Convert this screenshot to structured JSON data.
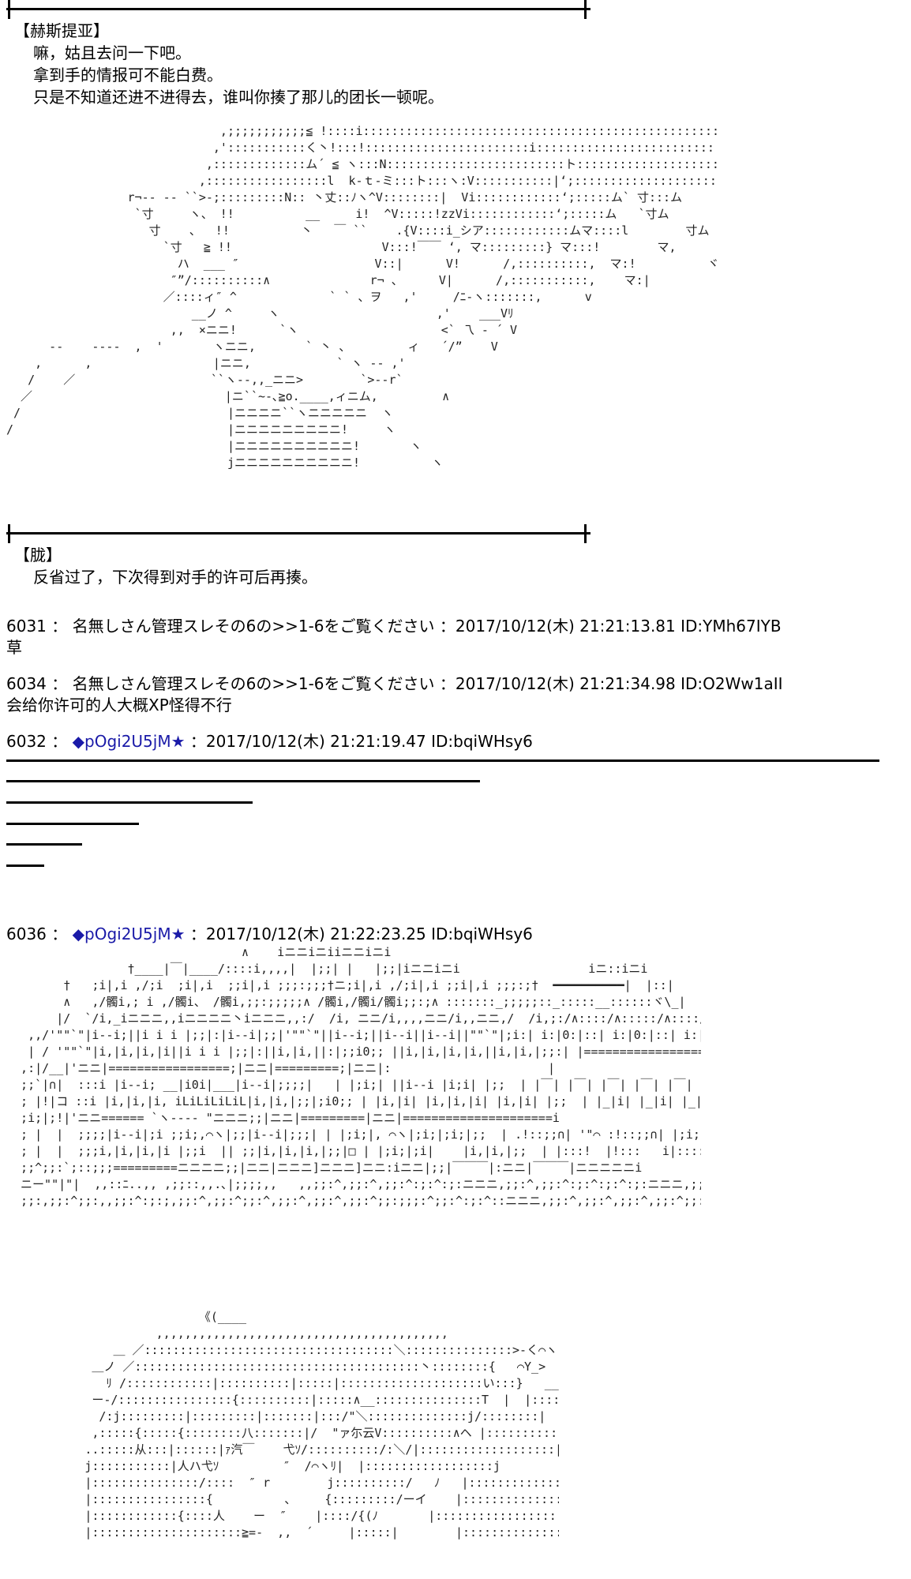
{
  "scene1": {
    "speaker": "【赫斯提亚】",
    "lines": [
      "嘛，姑且去问一下吧。",
      "拿到手的情报可不能白费。",
      "只是不知道还进不进得去，谁叫你揍了那儿的团长一顿呢。"
    ]
  },
  "scene2": {
    "speaker": "【胧】",
    "lines": [
      "反省过了，下次得到对手的许可后再揍。"
    ]
  },
  "posts": [
    {
      "no": "6031",
      "sep": "：",
      "name": "名無しさん管理スレその6の>>1-6をご覧ください",
      "datetime": "：2017/10/12(木) 21:21:13.81 ID:YMh67IYB",
      "body": "草"
    },
    {
      "no": "6034",
      "sep": "：",
      "name": "名無しさん管理スレその6の>>1-6をご覧ください",
      "datetime": "：2017/10/12(木) 21:21:34.98 ID:O2Ww1aII",
      "body": "会给你许可的人大概XP怪得不行"
    },
    {
      "no": "6032",
      "sep": "：",
      "name": "◆pOgi2U5jM★",
      "datetime": "：2017/10/12(木) 21:21:19.47 ID:bqiWHsy6"
    },
    {
      "no": "6036",
      "sep": "：",
      "name": "◆pOgi2U5jM★",
      "datetime": "：2017/10/12(木) 21:22:23.25 ID:bqiWHsy6"
    }
  ],
  "art": {
    "figure": "                              ,;;;;;;;;;;;≦ !::::i::::::::::::::::::::::::::::::::::::::::::::::::::::::::,\n                             ,':::::::::::く丶!:::!:::::::::::::::::::::::i::::::::::::::::::::::::::::::::::::¬-- ､ ´ ``\n                            ,:::::::::::::ム´ ≦ ヽ:::N:::::::::::::::::::::::::ト::::::::::::::::::::::::::::::＼::::::::::ヽ\n                           ,:::::::::::::::::l  k-ｔ-ミ:::ト:::ヽ:V:::::::::::|‘;:::::::::::::::::::::::::::::ヽ::::::::::ヽ\n                 r¬-- -- ``>-;:::::::::N:: 丶丈::ﾉヽ^V::::::::|  Vi::::::::::::‘;:::::ム` 寸:::ム\n                  `寸     ヽ、 !!          __     i!  ^V:::::!zzVi::::::::::::‘;:::::ム   `寸ム\n                    寸    、  !!          丶   ￣ ``    .{V::::i_シア::::::::::::ムマ::::l        寸ム\n                      `寸   ≧ !!                     V:::!￣￣ ‘, マ:::::::::} マ:::!        マ,\n                        ハ  ___ ″                   V::|      V!      /,::::::::::,  マ:!          ヾ,\n                       ″”/::::::::::∧              r¬ 、     V|      /,:::::::::::,    マ:|\n                      ／::::ィ″ ^             ` ` 、ヲ   ,'     /ﾆ-ヽ:::::::,      v\n                          __ノ ^     ヽ                      ,'    ___Vﾘ\n                       ,,  ×ニニ!      `ヽ                    <` 乁 - ´ V\n      --    ----  ,  '       ヽニニ,       ` 丶 、        ィ   ´/”    V\n    ,      ,                 |ニニ,            ` ヽ -- ,'\n   /    ／                   ``ヽ--,,_ニニ>        `>--r`\n  ／                           |ニ``~-､≧o.____,ィニム,         ∧\n /                             |ニニニニ``ヽニニニニニ  ヽ\n/                              |ニニニニニニニニニ!     ヽ\n                               |ニニニニニニニニニニ!       ヽ\n                               jニニニニニニニニニニ!          ヽ",
    "castle": "                                 ∧    iニニiニiiニニiニi\n                 †____|￣|____/::::i,,,,|  |;;| |   |;;|iニニiニi                  iニ::iニi\n        †   ;i|,i ,/;i  ;i|,i  ;;i|,i ;;;:;;;†ニ;i|,i ,/;i|,i ;;i|,i ;;;:;†  ━━━━━━━━━━|  |::|\n        ∧   ,/髑i,; i ,/髑i、 /髑i,;;:;;;;;∧ /髑i,/髑i/髑i;;:;∧ :::::::_;;;;;::_:::::__::::::ヾ\\_|\n       |/  `/i,_iニニニ,,iニニニニ丶iニニニ,,:/  /i, ニニ/i,,,,ニニ/i,,ニニ,/  /i,;:/∧::::/∧:::::/∧::::/∧::::/∧\n   ,,/'\"\"`\"|i--i;||i i i |;;|:|i--i|;;|'\"\"`\"||i--i;||i--i||i--i||\"\"`\"|;i:| i:|0:|::| i:|0:|::| i:|0:|::| i:|0:|::| i:|0:|::|\\\n   | / '\"\"`\"|i,|i,|i,|i||i i i |;;|:||i,|i,||:|;;i0;; ||i,|i,|i,|i,||i,|i,|;;:| |=======================i\n  ,:|/__|'ニニ|=================;|ニニ|=========;|ニニ|:                      |\n  ;;`|∩|  :::i |i--i; __|i0i|___|i--i|;;;;|   | |;i;| ||i--i |i;i| |;;  | |￣| |￣| |￣| |￣| |￣| |\n  ; |!|コ ::i |i,|i,|i, iLiLiLiLiL|i,|i,|;;|;i0;; | |i,|i| |i,|i,|i| |i,|i| |;;  | |_|i| |_|i| |_|i| |_|i| |_|i| |\n  ;i;|;!|'ニニ====== `ヽ---- \"ニニニ;;|ニニ|=========|ニニ|=====================i\n  ; |  |  ;;;;|i--i|;i ;;i;,⌒ヽ|;;|i--i|;;;| | |;i;|, ⌒ヽ|;i;|;i;|;;  | .!::;;∩| '\"⌒ :!::;;∩| |;i;| |;i;|\n  ; |  |  ;;;i,|i,|i,|i |;;i  || ;;|i,|i,|i,|;;|□ | |;i;|;i|    |i,|i,|;;  | |:::!  |!:::   i|::::!! | |;i;| |;i;|\n  ;;^;;:`;::;;;=========ニニニニ;;|ニニ|ニニニ]ニニニ]ニニ:iニニ|;;|￣￣￣|:ニニ|￣￣￣|ニニニニニi\n  ニー\"\"|\"|  ,,::ﾆ..,, ,;;::,,.､|;;;;,,   ,,;;:^,;;:^,;;:^:;:^:;:ニニニ,;;:^,;;:^:;:^:;:^:;:ニニニ,;;:^:;:^,;;:^:;:\n  ;;:,;;:^;;:,,;;:^:;:;,;;:^,;;:^;;:^,;;:^,;;:^,;;:^;;:;;;:^;;:^:;:^::ニニニ,;;:^,;;:^,;;:^,;;:^;;:^,;;:^:;:^:;:",
    "character": "                           《(____\n                     ,,,,,,,,,,,,,,,,,,,,,,,,,,,,,,,,,,,,,,,,,\n               ＿ ／:::::::::::::::::::::::::::::::::::＼:::::::::::::::>-く⌒ヽ\n            ＿ノ ／::::::::::::::::::::::::::::::::::::::::丶::::::::{   ⌒Y_>\n              ﾘ /::::::::::::|::::::::::|:::::|::::::::::::::::::::い:::}   __ノ:::::::＼\n            ー-/::::::::::::::::{::::::::::|:::::∧__:::::::::::::::T  |  |:::::::::::::::::＼\n             /:j:::::::::|:::::::::|:::::::|:::/\"＼::::::::::::::j/::::::::|  |  |:::::::::::::::::、\n            ,:::::{:::::{::::::::八:::::::|/  \"ァ尓云V::::::::::∧ヘ |:::::::::::::::::::}\n           ..:::::从:::|::::::|ｧ汽￣    弋ｿ/::::::::::/:＼/|:::::::::::::::::::|\n           j:::::::::::|人ハ弋ｿ         ″  /⌒ヽﾘ|  |::::::::::::::::::j\n           |:::::::::::::::/::::  ″ r        j::::::::::/   ﾉ   |::::::::::::::::::|\n           |::::::::::::::::{          、    {:::::::::/ーイ    |:::::::::::::::::::|\n           |::::::::::::{::::人    ー  ″    |::::/{(ﾉ       |:::::::::::::::::::|\n           |:::::::::::::::::::::≧=-  ,,  ´     |:::::|        |:::::::::::::::::::|"
  }
}
